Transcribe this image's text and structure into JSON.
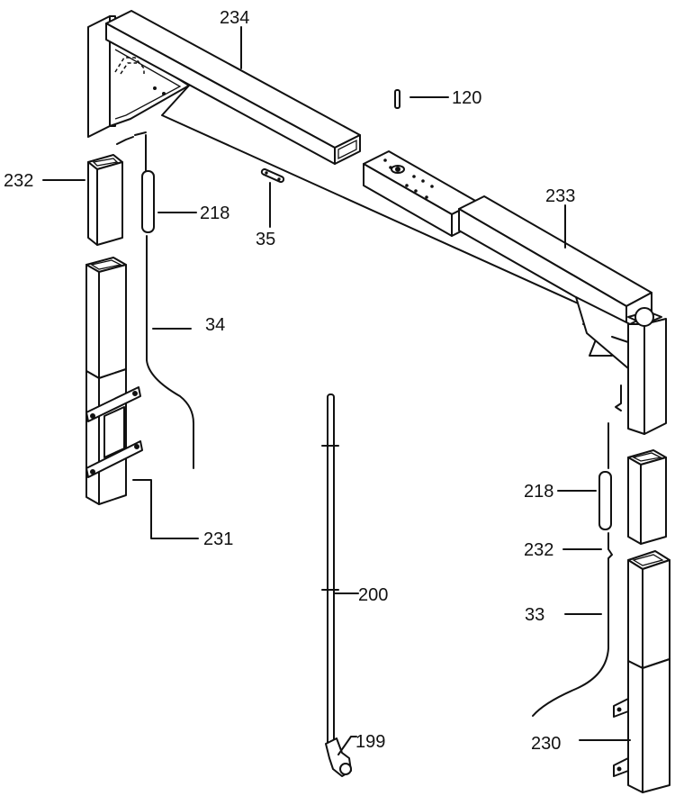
{
  "diagram": {
    "labels": {
      "l234": "234",
      "l120": "120",
      "l232_left": "232",
      "l218_left": "218",
      "l35": "35",
      "l233": "233",
      "l34": "34",
      "l231": "231",
      "l218_right": "218",
      "l232_right": "232",
      "l200": "200",
      "l33": "33",
      "l199": "199",
      "l230": "230"
    }
  }
}
